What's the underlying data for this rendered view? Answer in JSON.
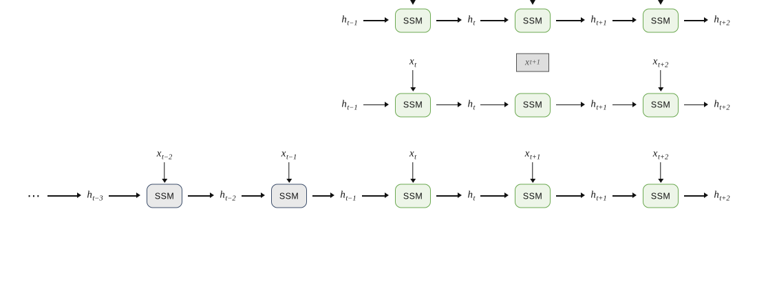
{
  "diagram": {
    "dots": "⋯",
    "rows": [
      {
        "name": "unrolled-top-clipped",
        "nodes": [
          {
            "kind": "state",
            "base": "h",
            "sub": "t−1"
          },
          {
            "kind": "ssm",
            "label": "SSM",
            "variant": "green",
            "input": {
              "type": "clipped"
            }
          },
          {
            "kind": "state",
            "base": "h",
            "sub": "t"
          },
          {
            "kind": "ssm",
            "label": "SSM",
            "variant": "green",
            "input": {
              "type": "clipped"
            }
          },
          {
            "kind": "state",
            "base": "h",
            "sub": "t+1"
          },
          {
            "kind": "ssm",
            "label": "SSM",
            "variant": "green",
            "input": {
              "type": "clipped"
            }
          },
          {
            "kind": "state",
            "base": "h",
            "sub": "t+2"
          }
        ]
      },
      {
        "name": "unrolled-middle-masked-input",
        "nodes": [
          {
            "kind": "state",
            "base": "h",
            "sub": "t−1"
          },
          {
            "kind": "ssm",
            "label": "SSM",
            "variant": "green",
            "input": {
              "type": "arrow",
              "base": "x",
              "sub": "t"
            }
          },
          {
            "kind": "state",
            "base": "h",
            "sub": "t"
          },
          {
            "kind": "ssm",
            "label": "SSM",
            "variant": "green",
            "input": {
              "type": "masked",
              "base": "x",
              "sub": "t+1"
            }
          },
          {
            "kind": "state",
            "base": "h",
            "sub": "t+1"
          },
          {
            "kind": "ssm",
            "label": "SSM",
            "variant": "green",
            "input": {
              "type": "arrow",
              "base": "x",
              "sub": "t+2"
            }
          },
          {
            "kind": "state",
            "base": "h",
            "sub": "t+2"
          }
        ]
      },
      {
        "name": "full-bottom-chain",
        "nodes": [
          {
            "kind": "dots"
          },
          {
            "kind": "state",
            "base": "h",
            "sub": "t−3"
          },
          {
            "kind": "ssm",
            "label": "SSM",
            "variant": "gray",
            "input": {
              "type": "arrow",
              "base": "x",
              "sub": "t−2"
            }
          },
          {
            "kind": "state",
            "base": "h",
            "sub": "t−2"
          },
          {
            "kind": "ssm",
            "label": "SSM",
            "variant": "gray",
            "input": {
              "type": "arrow",
              "base": "x",
              "sub": "t−1"
            }
          },
          {
            "kind": "state",
            "base": "h",
            "sub": "t−1"
          },
          {
            "kind": "ssm",
            "label": "SSM",
            "variant": "green",
            "input": {
              "type": "arrow",
              "base": "x",
              "sub": "t"
            }
          },
          {
            "kind": "state",
            "base": "h",
            "sub": "t"
          },
          {
            "kind": "ssm",
            "label": "SSM",
            "variant": "green",
            "input": {
              "type": "arrow",
              "base": "x",
              "sub": "t+1"
            }
          },
          {
            "kind": "state",
            "base": "h",
            "sub": "t+1"
          },
          {
            "kind": "ssm",
            "label": "SSM",
            "variant": "green",
            "input": {
              "type": "arrow",
              "base": "x",
              "sub": "t+2"
            }
          },
          {
            "kind": "state",
            "base": "h",
            "sub": "t+2"
          }
        ]
      }
    ]
  },
  "colors": {
    "background": "#ffffff",
    "text": "#111111",
    "arrow": "#111111",
    "green_box_border": "#6aa84f",
    "green_box_fill": "#edf5e8",
    "gray_box_border": "#3d4e6b",
    "gray_box_fill": "#e9e9e9",
    "masked_box_border": "#4f4f4f",
    "masked_box_fill": "#dedede",
    "masked_text": "#565656"
  }
}
